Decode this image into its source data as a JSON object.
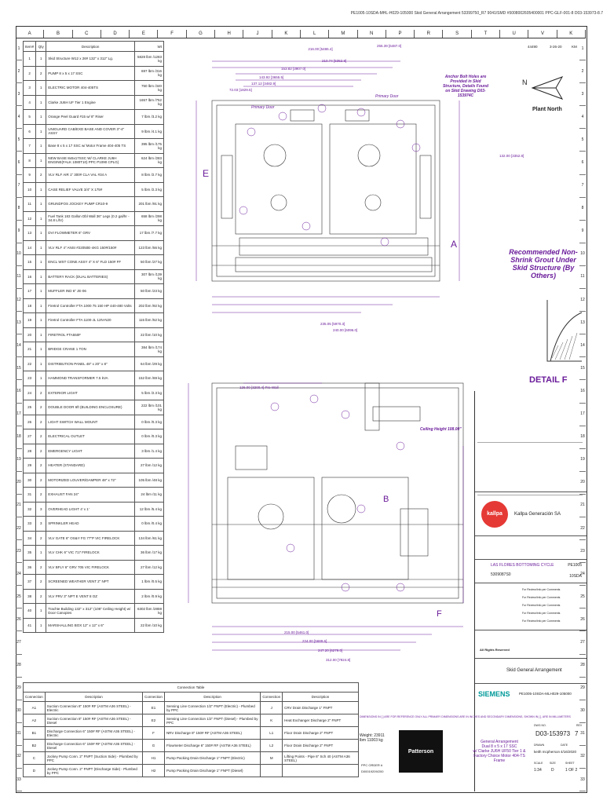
{
  "header": {
    "doc_line": "PE1005-10SDA-MHL-H029-105000 Skid General Arrangement 53399750_R7 9041/SMD #5008002605400001   PPC-GLF-001-8 D03-153973-8.7"
  },
  "ruler": {
    "columns": [
      "A",
      "B",
      "C",
      "D",
      "E",
      "F",
      "G",
      "H",
      "J",
      "K",
      "L",
      "M",
      "N",
      "P",
      "R",
      "S",
      "T",
      "U",
      "V",
      "K"
    ],
    "rows": [
      "1",
      "2",
      "3",
      "4",
      "5",
      "6",
      "7",
      "8",
      "9",
      "10",
      "11",
      "12",
      "13",
      "14",
      "15",
      "16",
      "17",
      "18",
      "19",
      "20",
      "21",
      "22",
      "23",
      "24",
      "25",
      "26",
      "27",
      "28",
      "29",
      "30",
      "31",
      "32",
      "33"
    ]
  },
  "bom": {
    "headers": [
      "Item#",
      "Qty",
      "Description",
      "Wt"
    ],
    "rows": [
      [
        "1",
        "1",
        "Skid Structure W12 x 26# 132\" x 312\" Lg.",
        "5828 lbm /1283 kg"
      ],
      [
        "2",
        "2",
        "PUMP 8 x 5 x 17 SSC",
        "697 lbm /316 kg"
      ],
      [
        "3",
        "1",
        "ELECTRIC MOTOR 404-405TS",
        "750 lbm /340 kg"
      ],
      [
        "4",
        "1",
        "Clarke JU6H UF Tier 1 Engine",
        "1657 lbm /752 kg"
      ],
      [
        "5",
        "1",
        "Orange Peel Guard #15 w/ 8\" Riser",
        "7 lbm /3.2 kg"
      ],
      [
        "6",
        "1",
        "UNIGUARD CAB/EXD BASE AND COVER 3\"-4\" ASSY",
        "9 lbm /4.1 kg"
      ],
      [
        "7",
        "1",
        "Base 8 x 5 x 17 SSC w/ Motor Frame 404-405 TS",
        "395 lbm /175 kg"
      ],
      [
        "8",
        "1",
        "NEW BASE 8x5x17SSC W/ CLARKE JU6H ENGINE(FALK 1080T10) PPC P1090 CPLG)",
        "624 lbm /283 kg"
      ],
      [
        "9",
        "2",
        "VLV RLF AIR 1\" 300# CLA VAL #34 A",
        "8 lbm /2.7 kg"
      ],
      [
        "10",
        "1",
        "CASE RELIEF VALVE 3/4\" X 175#",
        "5 lbm /2.3 kg"
      ],
      [
        "11",
        "1",
        "GRUNDFOS JOCKEY PUMP CR10-9",
        "201 lbm /91 kg"
      ],
      [
        "12",
        "1",
        "Fuel Tank 183 Gallon Dbl Wall 36\" Legs (0.2 gal/hr - 34.8 L/hr)",
        "658 lbm /298 kg"
      ],
      [
        "13",
        "1",
        "DVI FLOWMETER 6\" GRV",
        "17 lbm /7.7 kg"
      ],
      [
        "14",
        "1",
        "VLV RLF 4\" ANSI #22050E-4KG 150#/150#",
        "123 lbm /56 kg"
      ],
      [
        "15",
        "1",
        "ENCL WST CONE ASSY 4\" X 6\" FLD 150# FF",
        "50 lbm /27 kg"
      ],
      [
        "16",
        "1",
        "BATTERY RACK (DUAL BATTERIES)",
        "307 lbm /139 kg"
      ],
      [
        "17",
        "1",
        "MUFFLER IND 6\" JE-06",
        "50 lbm /23 kg"
      ],
      [
        "18",
        "1",
        "Firetrol Controller FTA 1000 75 150 HP 440-480 Volts",
        "202 lbm /92 kg"
      ],
      [
        "19",
        "1",
        "Firetrol Controller FTA 1100-JL 12N-N20",
        "115 lbm /52 kg"
      ],
      [
        "20",
        "1",
        "FIRETROL FTA550F",
        "22 lbm /10 kg"
      ],
      [
        "21",
        "1",
        "BRIDGE CRANE 1 TON",
        "384 lbm /174 kg"
      ],
      [
        "22",
        "1",
        "DISTRIBUTION PANEL 48\" x 20\" x 8\"",
        "64 lbm /29 kg"
      ],
      [
        "23",
        "1",
        "HAMMOND TRANSFORMER 7.5 kVA",
        "152 lbm /69 kg"
      ],
      [
        "24",
        "2",
        "EXTERIOR LIGHT",
        "5 lbm /2.3 kg"
      ],
      [
        "25",
        "2",
        "DOUBLE DOOR 6ft (BUILDING ENCLOSURE)",
        "222 lbm /101 kg"
      ],
      [
        "26",
        "2",
        "LIGHT SWITCH WALL MOUNT",
        "0 lbm /0.3 kg"
      ],
      [
        "27",
        "2",
        "ELECTRICAL OUTLET",
        "0 lbm /0.3 kg"
      ],
      [
        "28",
        "2",
        "EMERGENCY LIGHT",
        "3 lbm /1.4 kg"
      ],
      [
        "29",
        "2",
        "HEATER (STANDARD)",
        "27 lbm /12 kg"
      ],
      [
        "30",
        "2",
        "MOTORIZED LOUVER/DAMPER 48\" x 72\"",
        "105 lbm /48 kg"
      ],
      [
        "31",
        "2",
        "EXHAUST FAN 24\"",
        "24 lbm /11 kg"
      ],
      [
        "32",
        "3",
        "OVERHEAD LIGHT 4' x 1'",
        "12 lbm /5.4 kg"
      ],
      [
        "33",
        "3",
        "SPRINKLER HEAD",
        "0 lbm /0.4 kg"
      ],
      [
        "34",
        "2",
        "VLV GATE 6\" OS&Y FG 77\"P VIC FIRELOCK",
        "134 lbm /61 kg"
      ],
      [
        "35",
        "1",
        "VLV CHK 6\" VIC 717 FIRELOCK",
        "36 lbm /17 kg"
      ],
      [
        "36",
        "2",
        "VLV BFLY 6\" GRV 705 VIC FIRELOCK",
        "27 lbm /12 kg"
      ],
      [
        "37",
        "2",
        "SCREENED WEATHER VENT 2\" NPT",
        "1 lbm /0.5 kg"
      ],
      [
        "38",
        "2",
        "VLV PRV 3\" NPT E VENT 8 OZ",
        "2 lbm /0.9 kg"
      ],
      [
        "40",
        "1",
        "Trachte Building 132\" x 312\" (108\" Ceiling Height) w/ Door Canopies",
        "6302 lbm /2859 kg"
      ],
      [
        "41",
        "1",
        "MARSHALLING BOX 12\" x 12\" x 6\"",
        "22 lbm /10 kg"
      ]
    ]
  },
  "connection_table": {
    "title": "Connection Table",
    "headers": [
      "Connection",
      "Description",
      "Connection",
      "Description",
      "Connection",
      "Description"
    ],
    "rows": [
      [
        "A1",
        "Suction Connection 8\" 150# RF (ASTM A36 STEEL) - Electric",
        "E1",
        "Sensing Line Connection 1/2\" FNPT (Electric) - Plumbed by PPC",
        "J",
        "CRV Drain Discharge 1\" FNPT"
      ],
      [
        "A2",
        "Suction Connection 8\" 150# RF (ASTM A36 STEEL) - Diesel",
        "E2",
        "Sensing Line Connection 1/2\" FNPT (Diesel) - Plumbed by PPC",
        "K",
        "Heat Exchanger Discharge 2\" FNPT"
      ],
      [
        "B1",
        "Discharge Connection 6\" 150# RF (ASTM A36 STEEL) - Electric",
        "F",
        "NRV Discharge 8\" 150# RF (ASTM A36 STEEL)",
        "L1",
        "Floor Drain Discharge 2\" FNPT"
      ],
      [
        "B2",
        "Discharge Connection 6\" 150# RF (ASTM A36 STEEL) - Diesel",
        "G",
        "Flowmeter Discharge 6\" 150# RF (ASTM A36 STEEL)",
        "L2",
        "Floor Drain Discharge 2\" FNPT"
      ],
      [
        "C",
        "Jockey Pump Conn. 2\" FNPT (Suction Side) - Plumbed by PPC",
        "H1",
        "Pump Packing Drain Discharge 1\" FNPT (Electric)",
        "M",
        "Lifting Points - Pipe 6\" Sch 40 (ASTM A36 STEEL)"
      ],
      [
        "D",
        "Jockey Pump Conn. 2\" FNPT (Discharge Side) - Plumbed by PPC",
        "H2",
        "Pump Packing Drain Discharge 1\" FNPT (Diesel)",
        "",
        ""
      ]
    ]
  },
  "annotations": {
    "anchor_note": "Anchor Bolt Holes are Provided in Skid Structure, Details Found on Skid Drawing D03-153974C",
    "plant_north": "Plant North",
    "north_letter": "N",
    "grout_note": "Recommended Non-Shrink Grout Under Skid Structure (By Others)",
    "detail_f": "DETAIL F",
    "ceiling_height": "Ceiling Height 108.00\"",
    "primary_door_1": "Primary Door",
    "primary_door_2": "Primary Door",
    "dim_top_1": "216.00 [5486.4]",
    "dim_top_2": "210.74 [5352.8]",
    "dim_top_3": "255.39 [6487.0]",
    "dim_top_4": "153.82 [3907.0]",
    "dim_top_5": "143.92 [3655.5]",
    "dim_top_6": "137.12 [3482.9]",
    "dim_top_7": "72.03 [1829.5]",
    "dim_right_1": "132.00 [3352.8]",
    "dim_bot_1": "240.00 [6096.0]",
    "dim_bot_2": "235.05 [5970.3]",
    "dim_bot_3": "312.00 [7924.8]",
    "dim_bot_4": "247.20 [6279.0]",
    "dim_bot_5": "224.00 [5689.6]",
    "dim_bot_6": "215.00 [5461.0]",
    "pre_wall": "126.00 [3200.4] Pre-Wall",
    "letter_e": "E",
    "letter_a": "A",
    "letter_b": "B",
    "letter_f": "F"
  },
  "title_block": {
    "company": "Kallpa Generación SA",
    "logo_text": "kallpa",
    "project": "LAS FLORES BOTTOMING CYCLE",
    "project_no": "PE1005",
    "po": "5309087S0",
    "sub_no": "10SDA",
    "dwg_title": "Skid General Arrangement",
    "ref_line": "PE1005-10SDA-MLH029-105000",
    "manufacturer": "SIEMENS",
    "fabricator": "Patterson",
    "weight": "Weight: 23911 lbm 11003 kg",
    "ppc_order_label": "PPC ORDER #",
    "ppc_order": "D00019209/200",
    "dimensions_note": "DIMENSIONS IN [ ] ARE FOR REFERENCE ONLY   ALL PRIMARY DIMENSIONS ARE IN INCHES AND SECONDARY DIMENSIONS, SHOWN IN [ ], ARE IN MILLIMETERS",
    "desc_line1": "General Arrangement",
    "desc_line2": "Dual 8 x 5 x 17 SSC",
    "desc_line3": "w/ Clarke JU6H UF50 Tier 1 &",
    "desc_line4": "Factory Choice Motor 404-TS Frame",
    "dwg_no_label": "DWG NO.",
    "dwg_no": "D03-153973",
    "rev_label": "REV",
    "rev": "7",
    "drawn_label": "DRAWN",
    "drawn_by": "keith mcpherson",
    "date_label": "DATE",
    "date": "4/16/2020",
    "scale_label": "SCALE",
    "scale": "1:34",
    "size_label": "SIZE",
    "size": "D",
    "sheet_label": "SHEET",
    "sheet": "1 OF 2",
    "approval_stamp": "All Rights Reserved",
    "status_1": "For Review/Info per Comments",
    "status_2": "For Review/Info per Comments",
    "status_3": "For Review/Info per Comments",
    "status_4": "For Review/Info per Comments",
    "status_5": "For Review/Info per Comments",
    "rev_grid_top": "44490",
    "rev_grid_date": "3-26-20",
    "rev_grid_init": "KM"
  },
  "colors": {
    "accent_purple": "#6a1b9a",
    "line": "#333333"
  }
}
